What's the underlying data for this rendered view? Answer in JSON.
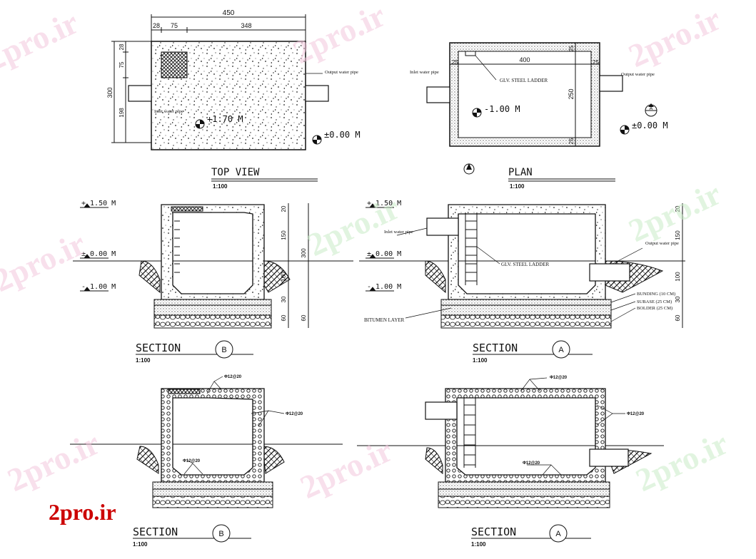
{
  "watermark": "2pro.ir",
  "logo": "2pro.ir",
  "top_view": {
    "title": "TOP VIEW",
    "scale": "1:100",
    "dim_total": "450",
    "dim_left": "28",
    "dim_hatch": "75",
    "dim_rest": "348",
    "dim_height": "300",
    "dim_v1": "28",
    "dim_v2": "75",
    "dim_v3": "198",
    "level_top": "+1.70 M",
    "level_ground": "±0.00 M",
    "inlet_label": "Inlet water pipe",
    "outlet_label": "Output water pipe"
  },
  "plan": {
    "title": "PLAN",
    "scale": "1:100",
    "dim_inner": "400",
    "dim_wall_l": "25",
    "dim_wall_r": "25",
    "dim_wall_t": "25",
    "dim_wall_b": "25",
    "dim_height": "250",
    "level_bottom": "-1.00 M",
    "level_ground": "±0.00 M",
    "ladder_label": "GLV. STEEL LADDER",
    "inlet_label": "Inlet water pipe",
    "outlet_label": "Output water pipe",
    "section_mark": "A"
  },
  "section_b": {
    "title": "SECTION",
    "scale": "1:100",
    "mark": "B",
    "level_top": "+ 1.50 M",
    "level_ground": "± 0.00 M",
    "level_bottom": "- 1.00 M",
    "dims": [
      "20",
      "150",
      "100",
      "30",
      "60"
    ],
    "dim_total": "300",
    "dim_total_b": "60"
  },
  "section_a": {
    "title": "SECTION",
    "scale": "1:100",
    "mark": "A",
    "level_top": "+ 1.50 M",
    "level_ground": "± 0.00 M",
    "level_bottom": "- 1.00 M",
    "dims": [
      "20",
      "150",
      "100",
      "30",
      "60"
    ],
    "ladder_label": "GLV. STEEL LADDER",
    "inlet_label": "Inlet water pipe",
    "outlet_label": "Output water pipe",
    "bitumen": "BITUMEN LAYER",
    "bunding": "BUNDING (10 CM)",
    "subase": "SUBASE (25 CM)",
    "bolder": "BOLDER (25 CM)"
  },
  "rebar_b": {
    "title": "SECTION",
    "scale": "1:100",
    "mark": "B",
    "top_label": "Φ12@20",
    "side_label": "Φ12@20",
    "bottom_label": "Φ12@20"
  },
  "rebar_a": {
    "title": "SECTION",
    "scale": "1:100",
    "mark": "A",
    "top_label": "Φ12@20",
    "side_label": "Φ12@20",
    "bottom_label": "Φ12@20"
  },
  "colors": {
    "line": "#111111",
    "watermark_pink": "#f2c6dc",
    "watermark_green": "#c9ecc6",
    "logo_red": "#cc0000",
    "rebar_label": "#1a8a1a"
  }
}
